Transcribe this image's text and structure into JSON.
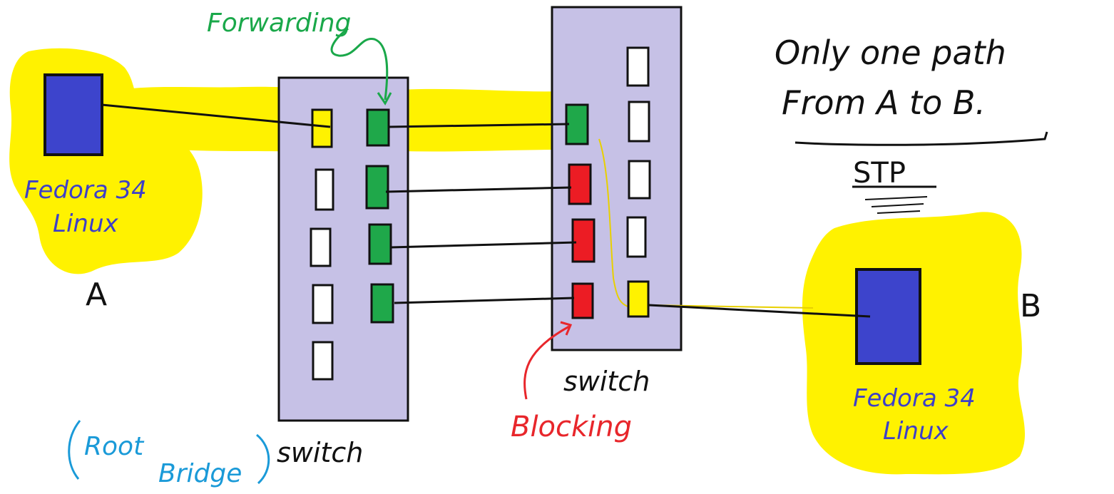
{
  "colors": {
    "highlight": "#fff200",
    "switch_fill": "#c6c1e6",
    "host_fill": "#3d44cc",
    "port_forwarding": "#1fa84a",
    "port_blocking": "#ec1c24",
    "port_idle": "#ffffff",
    "port_active": "#fff200",
    "ink": "#111111",
    "forwarding_text": "#1aa84a",
    "blocking_text": "#e8262b",
    "host_text": "#3d3fc9",
    "root_text": "#1a9ad8"
  },
  "labels": {
    "forwarding": "Forwarding",
    "blocking": "Blocking",
    "host_a_line1": "Fedora 34",
    "host_a_line2": "Linux",
    "host_a_letter": "A",
    "host_b_line1": "Fedora 34",
    "host_b_line2": "Linux",
    "host_b_letter": "B",
    "switch_left": "switch",
    "switch_right": "switch",
    "root_line1": "Root",
    "root_line2": "Bridge",
    "note_line1": "Only one path",
    "note_line2": "From A to B.",
    "note_stp": "STP"
  },
  "port_states": {
    "left_switch_left_column": [
      "active",
      "idle",
      "idle",
      "idle",
      "idle"
    ],
    "left_switch_right_column": [
      "forwarding",
      "forwarding",
      "forwarding",
      "forwarding"
    ],
    "right_switch_left_column": [
      "forwarding",
      "blocking",
      "blocking",
      "blocking"
    ],
    "right_switch_right_column": [
      "idle",
      "idle",
      "idle",
      "idle",
      "active"
    ]
  }
}
